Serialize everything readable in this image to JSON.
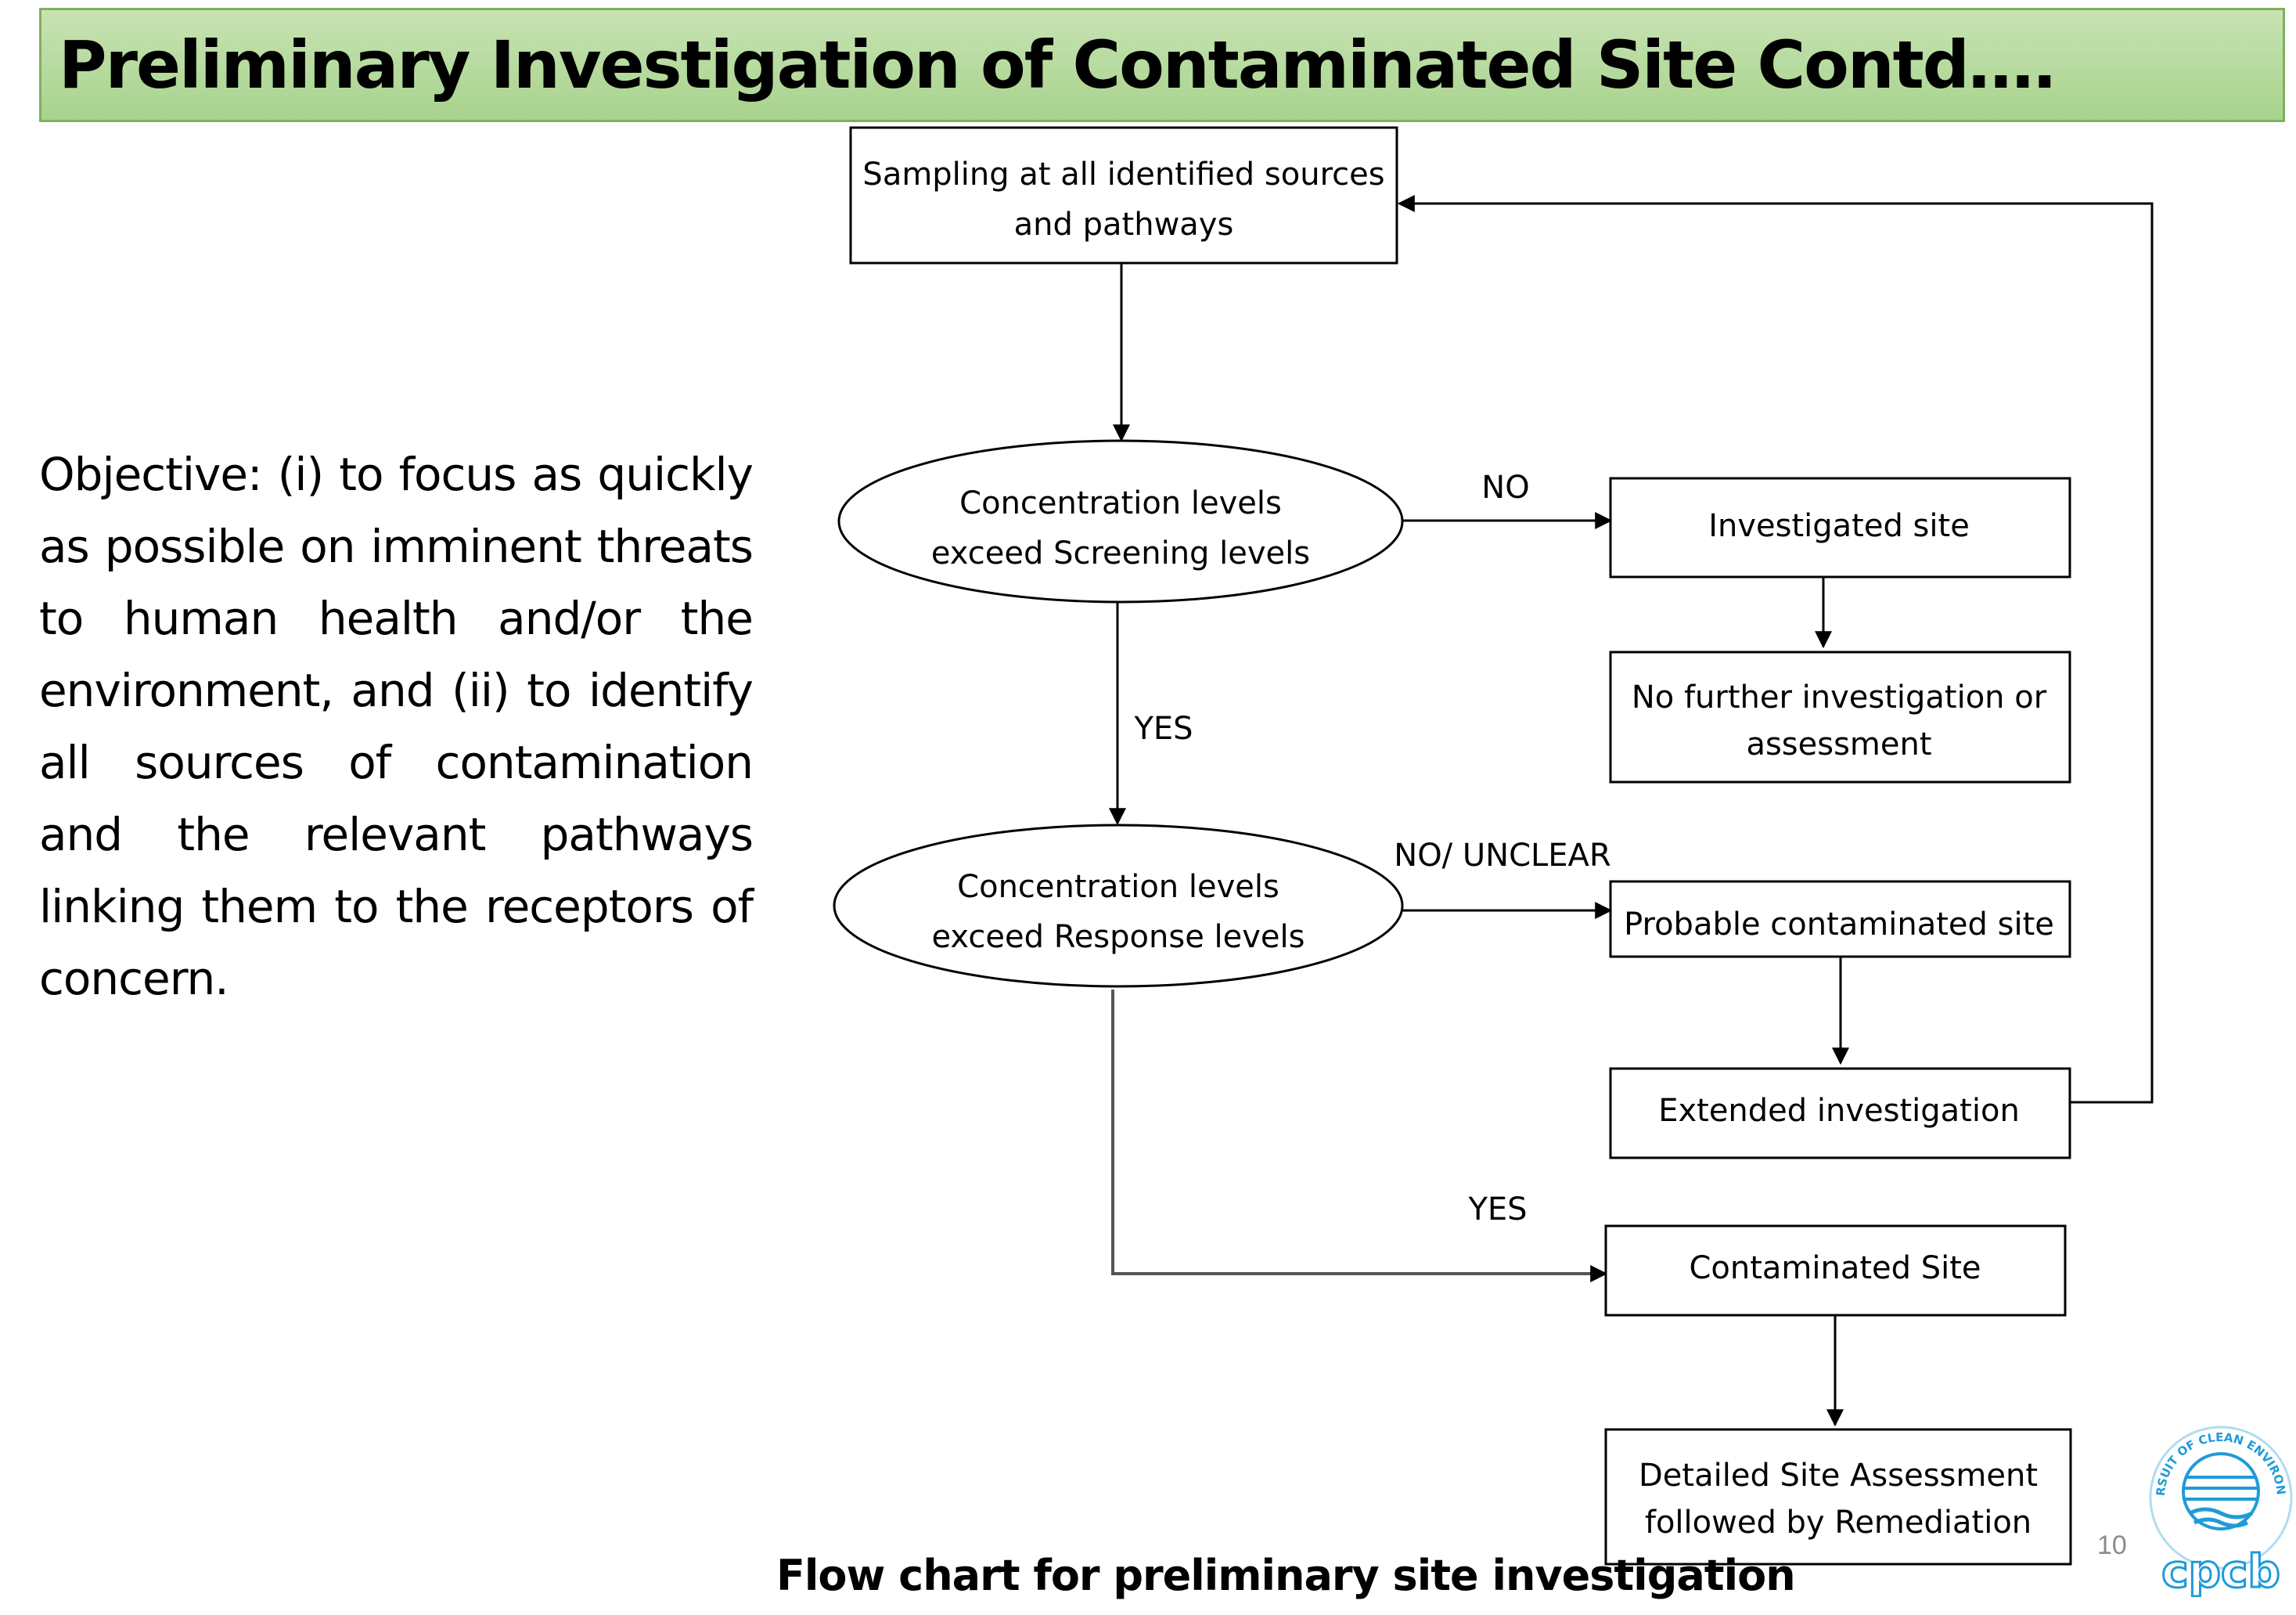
{
  "title": "Preliminary Investigation of Contaminated Site Contd….",
  "objective": "Objective: (i) to focus as quickly as possible on imminent threats to human health and/or the environment, and (ii) to identify all sources of contamination and the relevant pathways linking them to the receptors of concern.",
  "flowchart": {
    "nodes": {
      "sampling": [
        "Sampling at all identified sources",
        "and pathways"
      ],
      "screening": [
        "Concentration levels",
        "exceed Screening levels"
      ],
      "response": [
        "Concentration levels",
        "exceed Response levels"
      ],
      "investigated": [
        "Investigated site"
      ],
      "no_further": [
        "No further investigation or",
        "assessment"
      ],
      "probable": [
        "Probable contaminated site"
      ],
      "extended": [
        "Extended investigation"
      ],
      "contaminated": [
        "Contaminated Site"
      ],
      "detailed": [
        "Detailed Site Assessment",
        "followed by Remediation"
      ]
    },
    "edge_labels": {
      "no": "NO",
      "yes_1": "YES",
      "no_unclear": "NO/ UNCLEAR",
      "yes_2": "YES"
    }
  },
  "caption": "Flow chart for preliminary site investigation",
  "page_number": "10",
  "logo": {
    "icon": "cpcb-globe-logo",
    "text": "cpcb",
    "ring_text": "IN PURSUIT OF CLEAN ENVIRONMENT",
    "color": "#1f9bd7"
  },
  "colors": {
    "title_bar": "#a8d38d",
    "title_bar_border": "#7fb05f"
  }
}
